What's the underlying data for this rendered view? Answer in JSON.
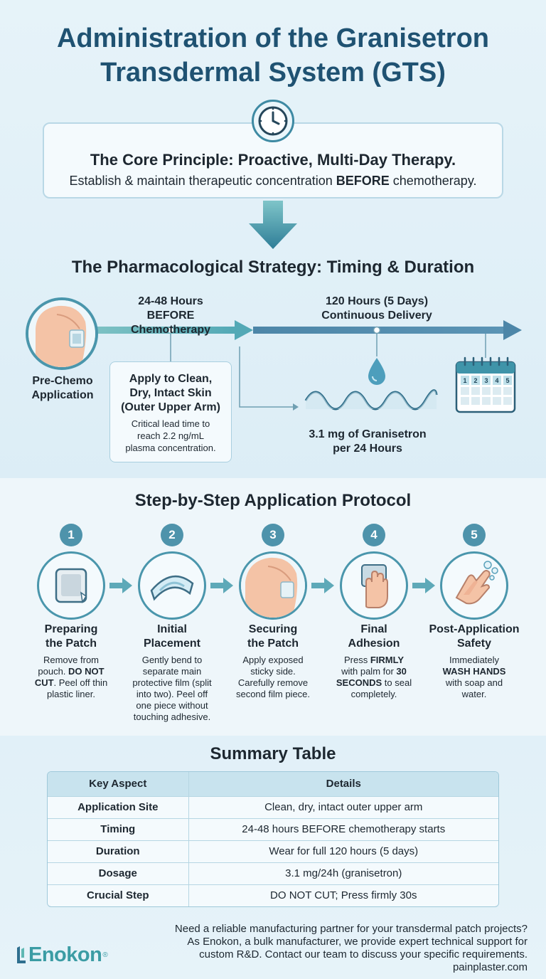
{
  "title_line1": "Administration of the Granisetron",
  "title_line2": "Transdermal System (GTS)",
  "core": {
    "title": "The Core Principle: Proactive, Multi-Day Therapy.",
    "sub_pre": "Establish & maintain therapeutic concentration ",
    "sub_bold": "BEFORE",
    "sub_post": " chemotherapy."
  },
  "strategy": {
    "heading": "The Pharmacological Strategy: Timing & Duration",
    "phase1_line1": "24-48 Hours",
    "phase1_line2": "BEFORE Chemotherapy",
    "phase2_line1": "120 Hours (5 Days)",
    "phase2_line2": "Continuous Delivery",
    "prechemo_line1": "Pre-Chemo",
    "prechemo_line2": "Application",
    "apply_title": [
      "Apply to Clean,",
      "Dry, Intact Skin",
      "(Outer Upper Arm)"
    ],
    "apply_sub": [
      "Critical lead time to",
      "reach 2.2 ng/mL",
      "plasma concentration."
    ],
    "dose_line1": "3.1 mg of Granisetron",
    "dose_line2": "per 24 Hours",
    "calendar_days": [
      "1",
      "2",
      "3",
      "4",
      "5"
    ]
  },
  "protocol": {
    "heading": "Step-by-Step Application Protocol",
    "steps": [
      {
        "num": "1",
        "title1": "Preparing",
        "title2": "the Patch",
        "desc": [
          "Remove from",
          "pouch. |DO NOT|",
          "|CUT|. Peel off thin",
          "plastic liner."
        ]
      },
      {
        "num": "2",
        "title1": "Initial",
        "title2": "Placement",
        "desc": [
          "Gently bend to",
          "separate main",
          "protective film (split",
          "into two). Peel off",
          "one piece without",
          "touching adhesive."
        ]
      },
      {
        "num": "3",
        "title1": "Securing",
        "title2": "the Patch",
        "desc": [
          "Apply exposed",
          "sticky side.",
          "Carefully remove",
          "second film piece."
        ]
      },
      {
        "num": "4",
        "title1": "Final",
        "title2": "Adhesion",
        "desc": [
          "Press |FIRMLY|",
          "with palm for |30|",
          "|SECONDS| to seal",
          "completely."
        ]
      },
      {
        "num": "5",
        "title1": "Post-Application",
        "title2": "Safety",
        "desc": [
          "Immediately",
          "|WASH HANDS|",
          "with soap and",
          "water."
        ]
      }
    ]
  },
  "summary": {
    "heading": "Summary Table",
    "col1": "Key Aspect",
    "col2": "Details",
    "rows": [
      [
        "Application Site",
        "Clean, dry, intact outer upper arm"
      ],
      [
        "Timing",
        "24-48 hours BEFORE chemotherapy starts"
      ],
      [
        "Duration",
        "Wear for full 120 hours (5 days)"
      ],
      [
        "Dosage",
        "3.1 mg/24h (granisetron)"
      ],
      [
        "Crucial Step",
        "DO NOT CUT; Press firmly 30s"
      ]
    ]
  },
  "footer": {
    "lines": [
      "Need a reliable manufacturing partner for your transdermal patch projects?",
      "As Enokon, a bulk manufacturer, we provide expert technical support for",
      "custom R&D. Contact our team to discuss your specific requirements.",
      "painplaster.com"
    ],
    "logo_text": "Enokon",
    "logo_reg": "®"
  },
  "colors": {
    "title": "#1f5272",
    "accent": "#4a96ac",
    "arrow_teal": "#5fb0b8",
    "arrow_blue": "#4d86a8"
  }
}
